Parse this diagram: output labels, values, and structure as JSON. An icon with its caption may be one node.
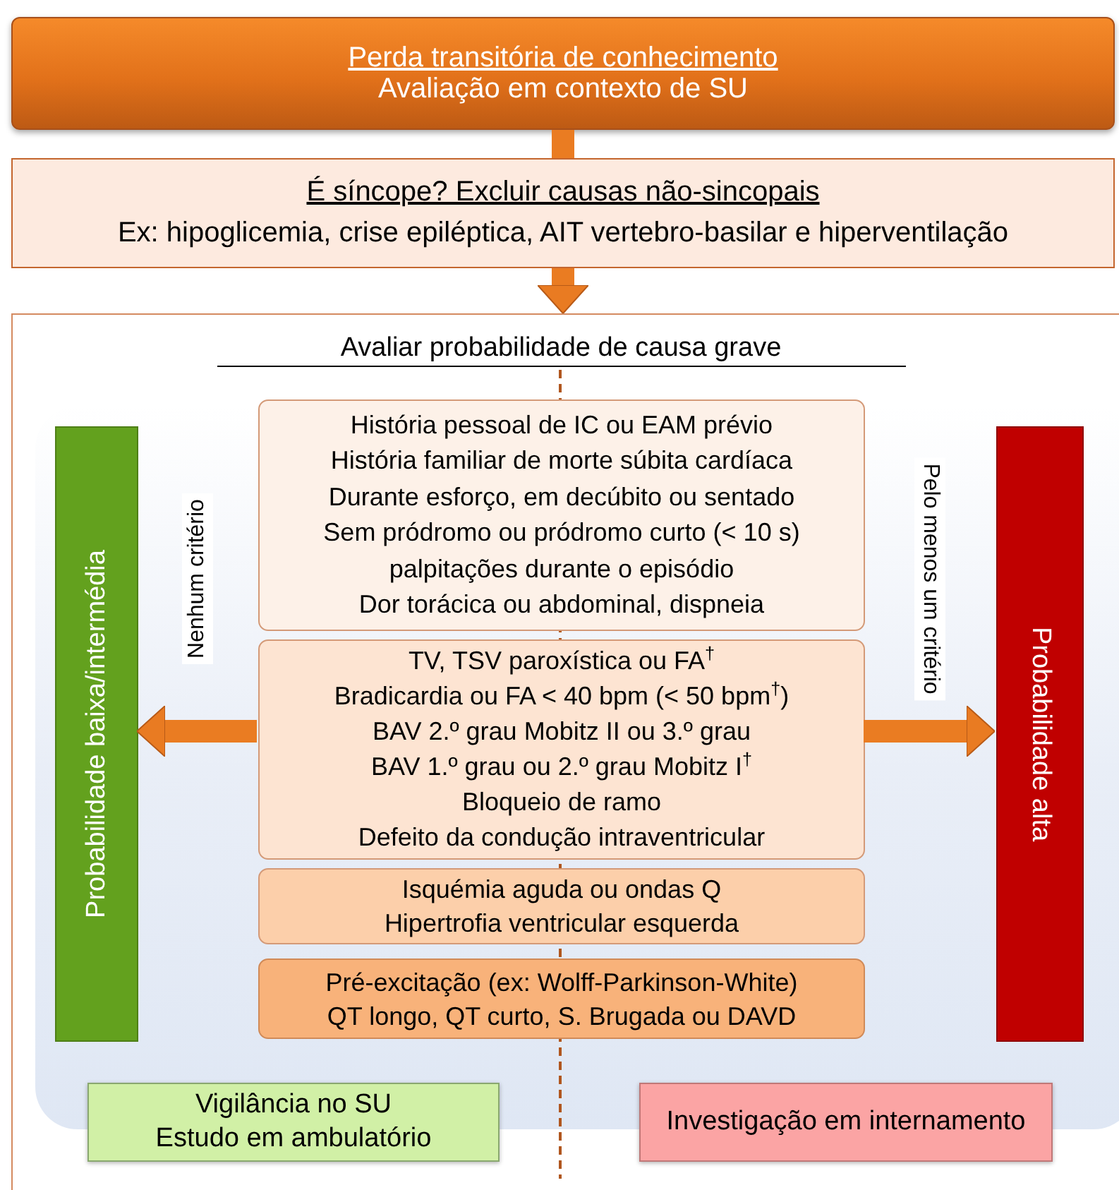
{
  "diagram": {
    "nodes": [
      {
        "text": [
          "Perda transitória de conhecimento",
          "Avaliação em contexto de SU"
        ]
      },
      {
        "text": [
          "É síncope? Excluir causas não-sincopais",
          "Ex: hipoglicemia, crise epiléptica, AIT vertebro-basilar e hiperventilação"
        ]
      },
      {
        "text": [
          "Avaliar probabilidade de causa grave"
        ]
      },
      {
        "text": [
          "História pessoal de IC ou EAM prévio",
          "História familiar de morte súbita cardíaca",
          "Durante esforço, em decúbito ou sentado",
          "Sem pródromo ou pródromo curto (< 10 s)",
          "palpitações  durante o episódio",
          "Dor torácica ou abdominal, dispneia"
        ],
        "in": 2
      },
      {
        "text": [
          "TV, TSV paroxística ou FA$^{†}$",
          "Bradicardia ou FA < 40 bpm (< 50 bpm$^{†}$)",
          "BAV 2.º grau Mobitz II ou 3.º grau",
          "BAV 1.º grau ou 2.º grau Mobitz I$^{†}$",
          "Bloqueio de ramo",
          "Defeito da condução intraventricular"
        ],
        "in": 2
      },
      {
        "text": [
          "Isquémia aguda ou ondas Q",
          "Hipertrofia ventricular esquerda"
        ],
        "in": 2
      },
      {
        "text": [
          "Pré-excitação (ex: Wolff-Parkinson-White)",
          "QT longo, QT curto, S. Brugada ou DAVD"
        ],
        "in": 2
      },
      {
        "text": [
          "Probabilidade baixa/intermédia"
        ],
        "in": 2
      },
      {
        "text": [
          "Probabilidade alta"
        ],
        "in": 2
      },
      {
        "text": [
          "Vigilância no SU",
          "Estudo em ambulatório"
        ],
        "in": 2
      },
      {
        "text": [
          "Investigação em internamento"
        ],
        "in": 2
      }
    ],
    "edges": [
      {
        "from": 0,
        "to": 1,
        "arrow": "none"
      },
      {
        "from": 1,
        "to": 2,
        "arrow": "to"
      },
      {
        "from": 4,
        "to": 7,
        "arrow": "to",
        "label": "Nenhum critério"
      },
      {
        "from": 4,
        "to": 8,
        "arrow": "to",
        "label": "Pelo menos um critério"
      }
    ]
  }
}
